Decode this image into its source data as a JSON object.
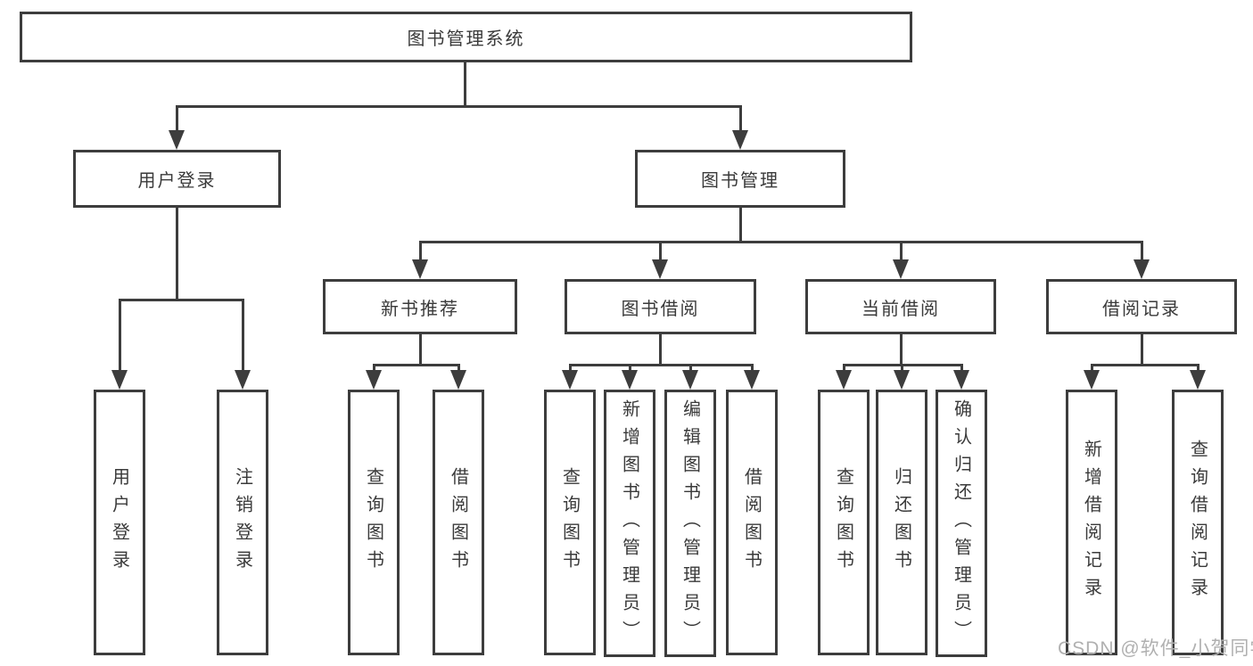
{
  "nodes": {
    "root": {
      "label": "图书管理系统"
    },
    "level1": [
      {
        "label": "用户登录"
      },
      {
        "label": "图书管理"
      }
    ],
    "level2": [
      {
        "label": "新书推荐",
        "parent": "图书管理"
      },
      {
        "label": "图书借阅",
        "parent": "图书管理"
      },
      {
        "label": "当前借阅",
        "parent": "图书管理"
      },
      {
        "label": "借阅记录",
        "parent": "图书管理"
      }
    ],
    "leaves": [
      {
        "label": "用户登录",
        "parent": "用户登录"
      },
      {
        "label": "注销登录",
        "parent": "用户登录"
      },
      {
        "label": "查询图书",
        "parent": "新书推荐"
      },
      {
        "label": "借阅图书",
        "parent": "新书推荐"
      },
      {
        "label": "查询图书",
        "parent": "图书借阅"
      },
      {
        "label": "新增图书（管理员）",
        "parent": "图书借阅"
      },
      {
        "label": "编辑图书（管理员）",
        "parent": "图书借阅"
      },
      {
        "label": "借阅图书",
        "parent": "图书借阅"
      },
      {
        "label": "查询图书",
        "parent": "当前借阅"
      },
      {
        "label": "归还图书",
        "parent": "当前借阅"
      },
      {
        "label": "确认归还（管理员）",
        "parent": "当前借阅"
      },
      {
        "label": "新增借阅记录",
        "parent": "借阅记录"
      },
      {
        "label": "查询借阅记录",
        "parent": "借阅记录"
      }
    ]
  },
  "watermark": {
    "text": "CSDN @软件_小贺同学"
  },
  "colors": {
    "line": "#3d3d3d",
    "text": "#3a3a3a",
    "box_fill": "#ffffff",
    "background": "#ffffff",
    "watermark": "#b0b0b0"
  }
}
